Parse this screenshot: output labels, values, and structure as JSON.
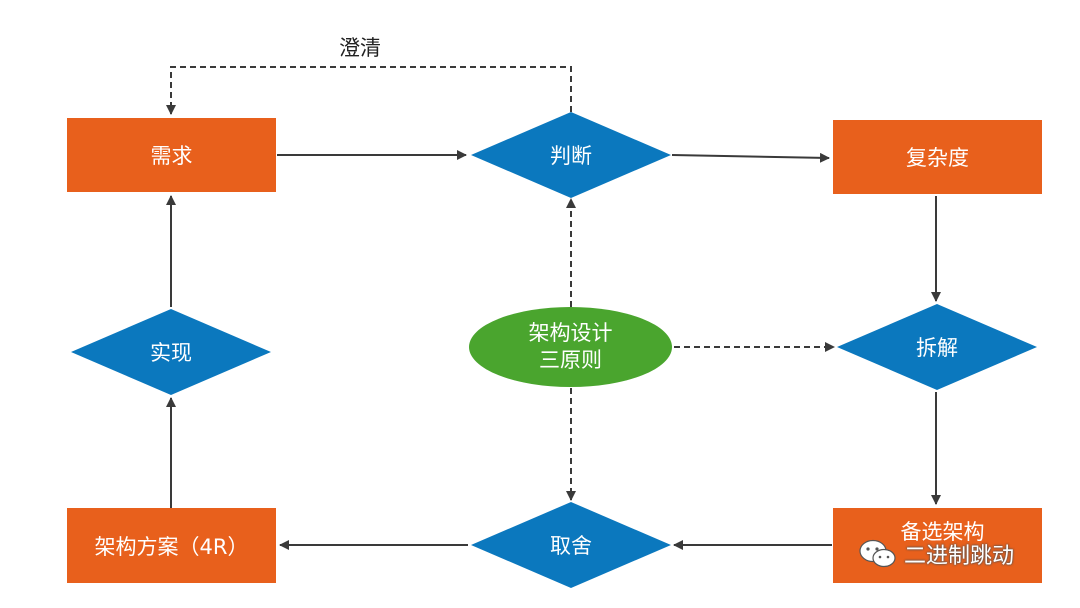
{
  "nodes": {
    "requirement": "需求",
    "judgment": "判断",
    "complexity": "复杂度",
    "decomposition": "拆解",
    "candidate_arch": "备选架构",
    "tradeoff": "取舍",
    "arch_plan": "架构方案（4R）",
    "implementation": "实现",
    "principles_line1": "架构设计",
    "principles_line2": "三原则"
  },
  "edge_labels": {
    "clarify": "澄清"
  },
  "watermark": {
    "text": "二进制跳动",
    "icon": "wechat-icon"
  },
  "colors": {
    "process_box": "#e8601c",
    "decision_diamond": "#0b78be",
    "principles_ellipse": "#4aa52e",
    "arrow": "#3a3a3a"
  }
}
